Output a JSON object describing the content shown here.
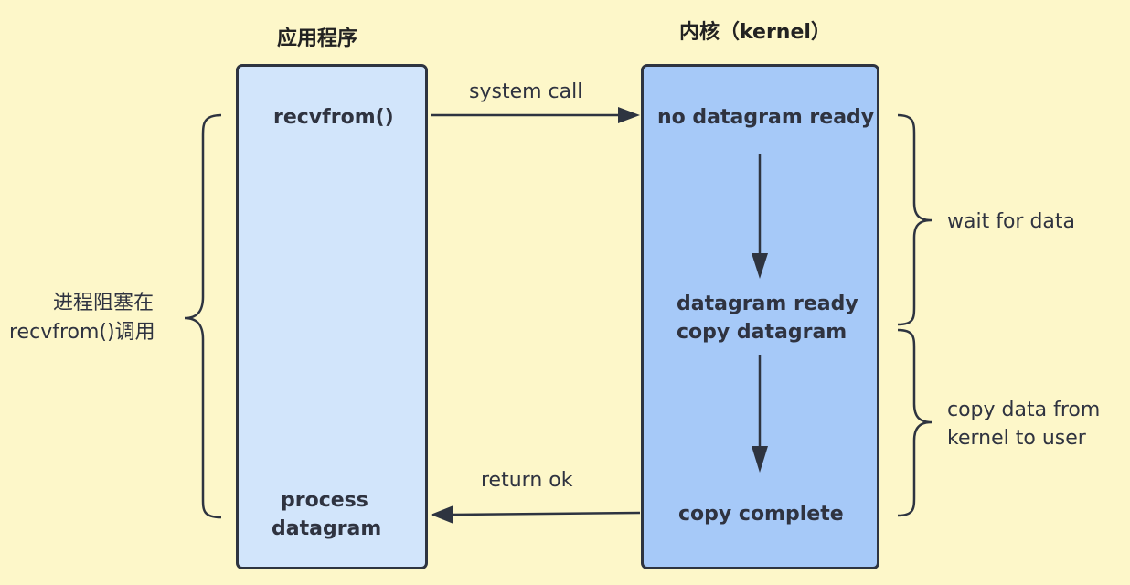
{
  "columns": {
    "app_title": "应用程序",
    "kernel_title": "内核（kernel）"
  },
  "app": {
    "recvfrom": "recvfrom()",
    "process_line1": "process",
    "process_line2": "datagram"
  },
  "kernel": {
    "no_datagram": "no datagram ready",
    "ready_line1": "datagram ready",
    "ready_line2": "copy datagram",
    "complete": "copy complete"
  },
  "arrows": {
    "system_call": "system call",
    "return_ok": "return ok"
  },
  "annotations": {
    "blocked_line1": "进程阻塞在",
    "blocked_line2": "recvfrom()调用",
    "wait_for_data": "wait for data",
    "copy_line1": "copy data from",
    "copy_line2": "kernel to user"
  }
}
